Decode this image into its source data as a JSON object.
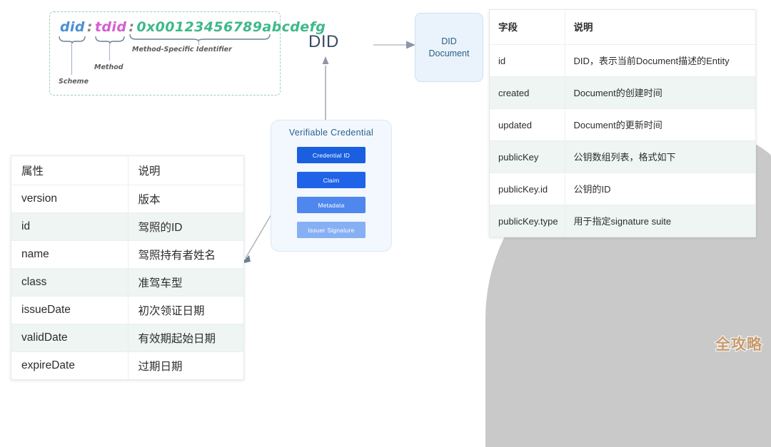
{
  "did_syntax": {
    "scheme_token": "did",
    "separator": ":",
    "method_token": "tdid",
    "identifier_token": "0x00123456789abcdefg",
    "label_scheme": "Scheme",
    "label_method": "Method",
    "label_identifier": "Method-Specific Identifier"
  },
  "did_label": "DID",
  "did_document": {
    "line1": "DID",
    "line2": "Document"
  },
  "verifiable_credential": {
    "title": "Verifiable  Credential",
    "bars": [
      "Credential ID",
      "Claim",
      "Metadata",
      "Issuer Signature"
    ]
  },
  "attributes_table": {
    "headers": [
      "属性",
      "说明"
    ],
    "rows": [
      [
        "version",
        "版本"
      ],
      [
        "id",
        "驾照的ID"
      ],
      [
        "name",
        "驾照持有者姓名"
      ],
      [
        "class",
        "准驾车型"
      ],
      [
        "issueDate",
        "初次领证日期"
      ],
      [
        "validDate",
        "有效期起始日期"
      ],
      [
        "expireDate",
        "过期日期"
      ]
    ]
  },
  "document_fields_table": {
    "headers": [
      "字段",
      "说明"
    ],
    "rows": [
      [
        "id",
        "DID，表示当前Document描述的Entity"
      ],
      [
        "created",
        "Document的创建时间"
      ],
      [
        "updated",
        "Document的更新时间"
      ],
      [
        "publicKey",
        "公钥数组列表，格式如下"
      ],
      [
        "publicKey.id",
        "公钥的ID"
      ],
      [
        "publicKey.type",
        "用于指定signature suite"
      ]
    ],
    "highlight_row_index": 3
  },
  "watermark": "全攻略",
  "colors": {
    "scheme": "#4b8fd6",
    "method": "#d55fd0",
    "identifier": "#3fb88a",
    "highlight": "#e2454a",
    "vc_bar_1": "#1a5fe0",
    "vc_bar_2": "#2163e8",
    "vc_bar_3": "#4f87ef",
    "vc_bar_4": "#87b0f4",
    "watermark": "#c79a6a",
    "blob": "#c9c9c9"
  }
}
